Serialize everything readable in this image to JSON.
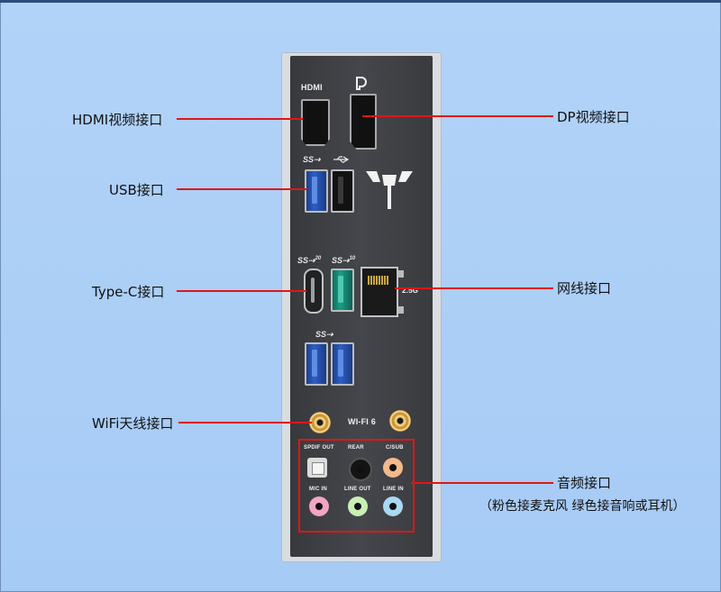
{
  "labels": {
    "hdmi": "HDMI视频接口",
    "dp": "DP视频接口",
    "usb": "USB接口",
    "typec": "Type-C接口",
    "lan": "网线接口",
    "wifi": "WiFi天线接口",
    "audio": "音频接口",
    "audio_note": "（粉色接麦克风 绿色接音响或耳机）"
  },
  "panel": {
    "hdmi": "HDMI",
    "ss": "SS",
    "ss20": "20",
    "ss10": "10",
    "lan_speed": "2.5G",
    "wifi": "WI-FI 6",
    "spdif_out": "SPDIF OUT",
    "rear": "REAR",
    "csub": "C/SUB",
    "mic_in": "MIC IN",
    "line_out": "LINE OUT",
    "line_in": "LINE IN"
  },
  "colors": {
    "background": "#a9cdf6",
    "callout_line": "#e01616",
    "jack_orange": "#f2b98b",
    "jack_pink": "#f3a4c3",
    "jack_green": "#c8efb4",
    "jack_blue": "#a9d8f2",
    "jack_black": "#141414"
  }
}
